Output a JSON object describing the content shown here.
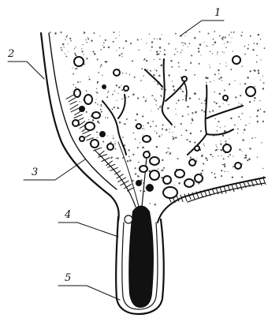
{
  "labels": [
    {
      "id": "1",
      "text": "1"
    },
    {
      "id": "2",
      "text": "2"
    },
    {
      "id": "3",
      "text": "3"
    },
    {
      "id": "4",
      "text": "4"
    },
    {
      "id": "5",
      "text": "5"
    }
  ],
  "colors": {
    "ink": "#111111",
    "paper": "#ffffff",
    "stipple": "#555555"
  }
}
